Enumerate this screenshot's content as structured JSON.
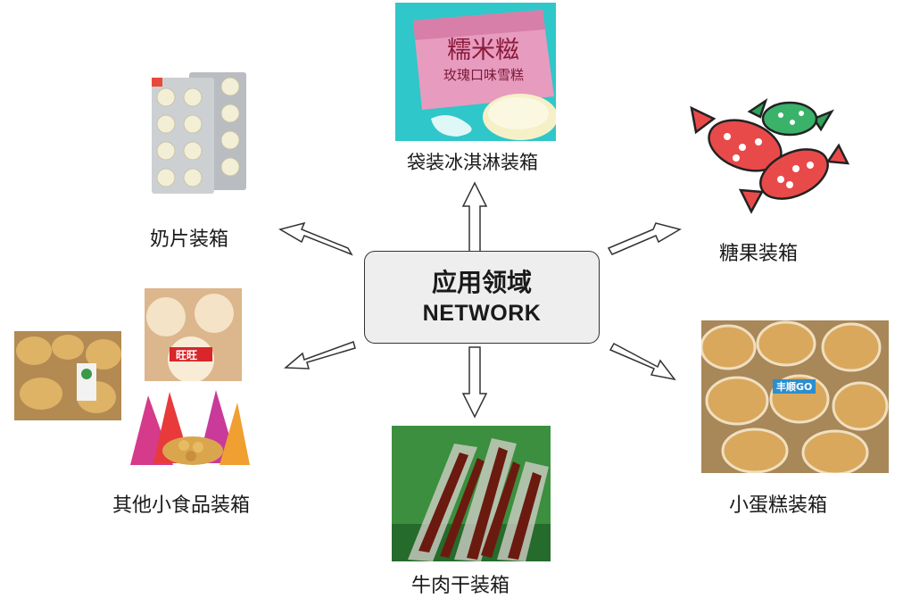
{
  "center": {
    "title": "应用领域",
    "subtitle": "NETWORK"
  },
  "applications": [
    {
      "label": "袋装冰淇淋装箱"
    },
    {
      "label": "奶片装箱"
    },
    {
      "label": "糖果装箱"
    },
    {
      "label": "其他小食品装箱"
    },
    {
      "label": "小蛋糕装箱"
    },
    {
      "label": "牛肉干装箱"
    }
  ],
  "product_texts": {
    "icecream_brand": "糯米糍",
    "icecream_flavor": "玫瑰口味雪糕",
    "snack_brand": "旺旺",
    "cake_brand": "丰顺GO"
  }
}
